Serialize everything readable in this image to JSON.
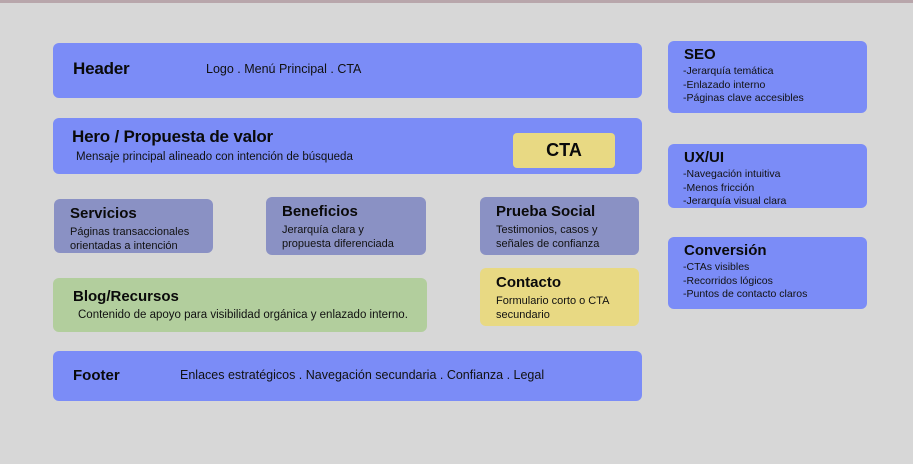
{
  "canvas": {
    "background_color": "#d7d7d7",
    "top_border_color": "#b8a6ab"
  },
  "colors": {
    "blue": "#7b8cf7",
    "purple": "#8a91c4",
    "green": "#b2ce9d",
    "yellow": "#e8d983",
    "text": "#0a0a0a"
  },
  "wireframe": {
    "header": {
      "title": "Header",
      "meta": "Logo . Menú Principal . CTA"
    },
    "hero": {
      "title": "Hero / Propuesta de valor",
      "subtitle": "Mensaje principal alineado con intención de búsqueda",
      "cta_label": "CTA"
    },
    "cards": [
      {
        "title": "Servicios",
        "subtitle": "Páginas transaccionales\norientadas a intención",
        "color": "purple"
      },
      {
        "title": "Beneficios",
        "subtitle": "Jerarquía clara y\npropuesta diferenciada",
        "color": "purple"
      },
      {
        "title": "Prueba Social",
        "subtitle": "Testimonios, casos y\nseñales de confianza",
        "color": "purple"
      }
    ],
    "blog": {
      "title": "Blog/Recursos",
      "subtitle": "Contenido de apoyo para visibilidad orgánica y enlazado interno."
    },
    "contacto": {
      "title": "Contacto",
      "subtitle": "Formulario corto o CTA\nsecundario"
    },
    "footer": {
      "title": "Footer",
      "meta": "Enlaces estratégicos . Navegación secundaria . Confianza  . Legal"
    }
  },
  "annotations": [
    {
      "title": "SEO",
      "items": "-Jerarquía temática\n-Enlazado interno\n-Páginas clave accesibles"
    },
    {
      "title": "UX/UI",
      "items": "-Navegación intuitiva\n-Menos fricción\n-Jerarquía visual clara"
    },
    {
      "title": "Conversión",
      "items": "-CTAs visibles\n-Recorridos lógicos\n-Puntos de contacto claros"
    }
  ]
}
